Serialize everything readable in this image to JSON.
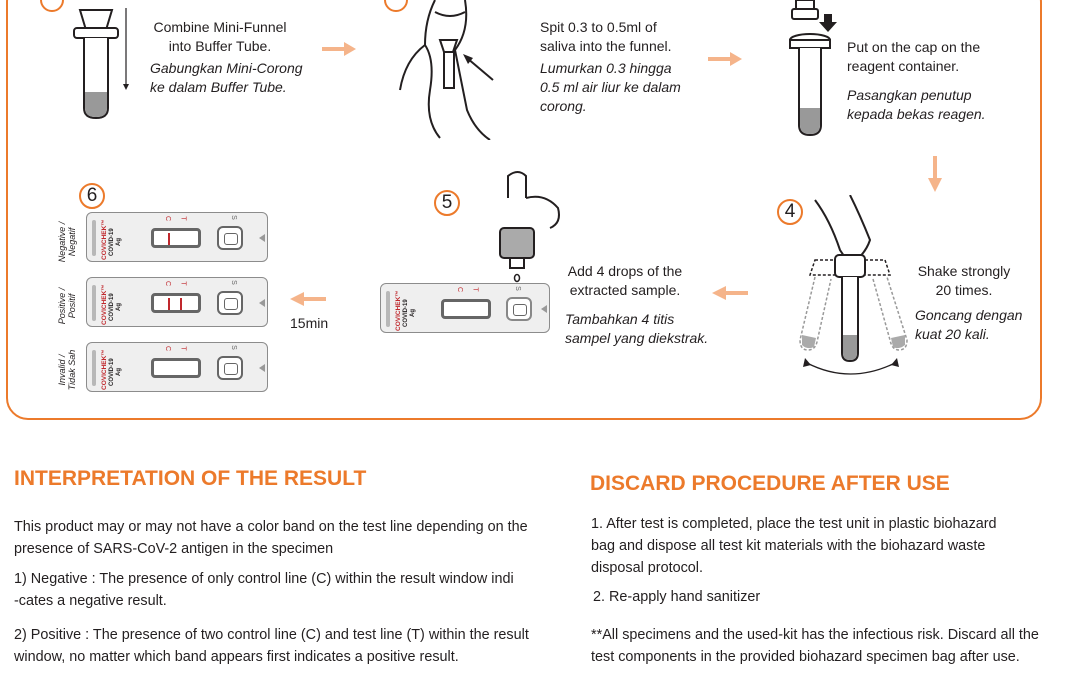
{
  "step1": {
    "text_en": "Combine Mini-Funnel into Buffer Tube.",
    "text_en_1": "Combine Mini-Funnel",
    "text_en_2": "into Buffer Tube.",
    "text_ms_1": "Gabungkan Mini-Corong",
    "text_ms_2": "ke dalam Buffer Tube."
  },
  "step2": {
    "text_en_1": "Spit 0.3 to 0.5ml of",
    "text_en_2": "saliva into the funnel.",
    "text_ms_1": "Lumurkan 0.3 hingga",
    "text_ms_2": "0.5 ml air liur ke dalam",
    "text_ms_3": "corong."
  },
  "step3": {
    "text_en_1": "Put on the cap on the",
    "text_en_2": "reagent container.",
    "text_ms_1": "Pasangkan penutup",
    "text_ms_2": "kepada bekas reagen."
  },
  "step4": {
    "number": "4",
    "text_en_1": "Shake strongly",
    "text_en_2": "20 times.",
    "text_ms_1": "Goncang dengan",
    "text_ms_2": "kuat 20 kali."
  },
  "step5": {
    "number": "5",
    "text_en_1": "Add 4 drops of the",
    "text_en_2": "extracted sample.",
    "text_ms_1": "Tambahkan 4 titis",
    "text_ms_2": "sampel yang diekstrak."
  },
  "step6": {
    "number": "6",
    "wait_time": "15min",
    "results": [
      {
        "label_1": "Negative /",
        "label_2": "Negatif"
      },
      {
        "label_1": "Positive /",
        "label_2": "Positif"
      },
      {
        "label_1": "Invalid /",
        "label_2": "Tidak Sah"
      }
    ]
  },
  "cassette": {
    "brand": "COVICHEK™",
    "product_1": "COVID-19",
    "product_2": "Ag",
    "c": "C",
    "t": "T",
    "s": "S"
  },
  "interpretation": {
    "heading": "INTERPRETATION OF THE RESULT",
    "intro_1": "This product may or may not have a color band on the test line depending on the",
    "intro_2": "presence of SARS-CoV-2 antigen in the specimen",
    "neg_1": "1) Negative : The presence of only control line (C) within the result window indi",
    "neg_2": "-cates a negative result.",
    "pos_1": "2) Positive : The presence of two control line (C) and test line (T) within the result",
    "pos_2": "window, no matter which band appears first indicates a positive result."
  },
  "discard": {
    "heading": "DISCARD PROCEDURE AFTER USE",
    "item1_1": "1. After test is completed, place the test unit in plastic biohazard",
    "item1_2": "bag and dispose all test kit materials with the biohazard waste",
    "item1_3": "disposal protocol.",
    "item2": "2. Re-apply hand sanitizer",
    "note_1": "**All specimens and the used-kit has the infectious risk. Discard all the",
    "note_2": "test components in the provided biohazard specimen bag after use."
  },
  "colors": {
    "accent": "#ec7a2b",
    "arrow": "#f5b48a",
    "control_line": "#c0282d",
    "text": "#231f20"
  }
}
